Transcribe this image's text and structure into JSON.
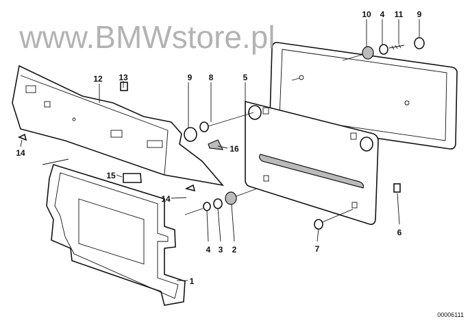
{
  "diagram": {
    "labels": {
      "p10_top": "10",
      "p4_top": "4",
      "p11_top": "11",
      "p9_top": "9",
      "p12": "12",
      "p13": "13",
      "p9_mid": "9",
      "p8": "8",
      "p5": "5",
      "p14_left": "14",
      "p16": "16",
      "p15": "15",
      "p14_mid": "14",
      "p4_bottom": "4",
      "p3": "3",
      "p2": "2",
      "p1": "1",
      "p6": "6",
      "p7": "7"
    },
    "diagram_code": "00006111",
    "watermark": "www.BMWstore.pl"
  }
}
